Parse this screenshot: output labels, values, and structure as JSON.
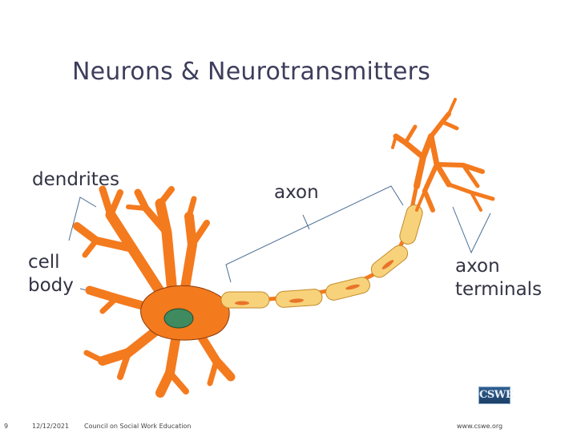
{
  "slide": {
    "title": "Neurons & Neurotransmitters",
    "labels": {
      "dendrites": "dendrites",
      "cell_body": "cell body",
      "axon": "axon",
      "axon_terminals": "axon terminals"
    },
    "footer": {
      "page_number": "9",
      "date": "12/12/2021",
      "organization": "Council on Social Work Education",
      "url": "www.cswe.org"
    },
    "logo": {
      "name": "cswe-logo",
      "text": "CSWE"
    }
  },
  "colors": {
    "neuron_orange": "#f47a1e",
    "nucleus_green": "#3f8a5e",
    "myelin_yellow": "#f7d27a",
    "label_text": "#333344",
    "title_text": "#3d3d5c"
  }
}
